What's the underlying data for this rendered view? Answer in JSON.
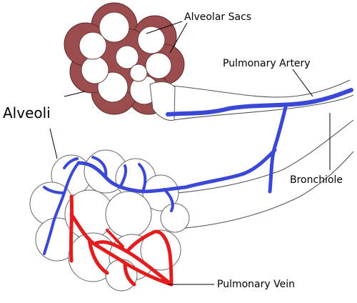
{
  "labels": {
    "alveolar_sacs": "Alveolar Sacs",
    "pulmonary_artery": "Pulmonary Artery",
    "alveoli": "Alveoli",
    "bronchiole": "Bronchiole",
    "pulmonary_vein": "Pulmonary Vein"
  },
  "colors": {
    "sac_fill": "#9b4c4c",
    "artery_blue": "#3b47d6",
    "vein_red": "#e31d1d",
    "outline": "#555555",
    "alveolus_fill": "#ffffff"
  }
}
